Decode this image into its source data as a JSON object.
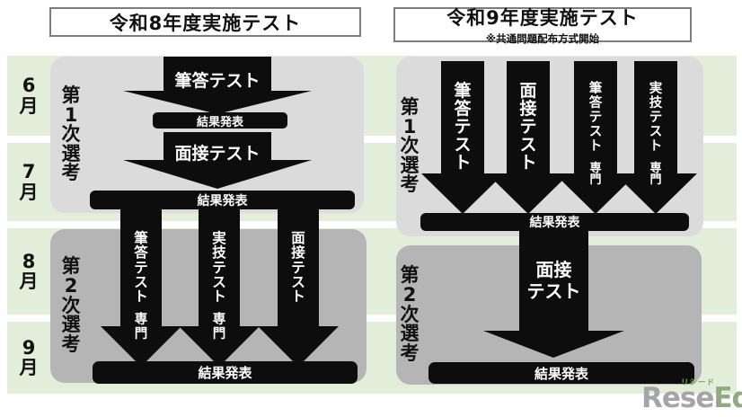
{
  "colors": {
    "band_green": "#e3eeda",
    "box_light_gray": "#dbdbdb",
    "box_dark_gray": "#b5b5b5",
    "arrow_black": "#0d0d0d",
    "logo_gray": "#a5a5a5",
    "logo_green": "#7cb342"
  },
  "months": [
    "6月",
    "7月",
    "8月",
    "9月"
  ],
  "left": {
    "title": "令和8年度実施テスト",
    "stage1": {
      "label": "第1次選考",
      "step1_arrow": "筆答テスト",
      "step1_result": "結果発表",
      "step2_arrow": "面接テスト",
      "step2_result": "結果発表"
    },
    "stage2": {
      "label": "第2次選考",
      "arrows": [
        {
          "label": "筆答テスト",
          "sub": "専門"
        },
        {
          "label": "実技テスト",
          "sub": "専門"
        },
        {
          "label": "面接テスト",
          "sub": ""
        }
      ],
      "result": "結果発表"
    }
  },
  "right": {
    "title": "令和9年度実施テスト",
    "subtitle": "※共通問題配布方式開始",
    "stage1": {
      "label": "第1次選考",
      "arrows": [
        {
          "label": "筆答テスト",
          "sub": ""
        },
        {
          "label": "面接テスト",
          "sub": ""
        },
        {
          "label": "筆答テスト",
          "sub": "専門"
        },
        {
          "label": "実技テスト",
          "sub": "専門"
        }
      ],
      "result": "結果発表"
    },
    "stage2": {
      "label": "第2次選考",
      "arrow_line1": "面接",
      "arrow_line2": "テスト",
      "result": "結果発表"
    }
  },
  "logo": {
    "main": "Rese",
    "accent": "Ed",
    "ruby": "リシード"
  }
}
